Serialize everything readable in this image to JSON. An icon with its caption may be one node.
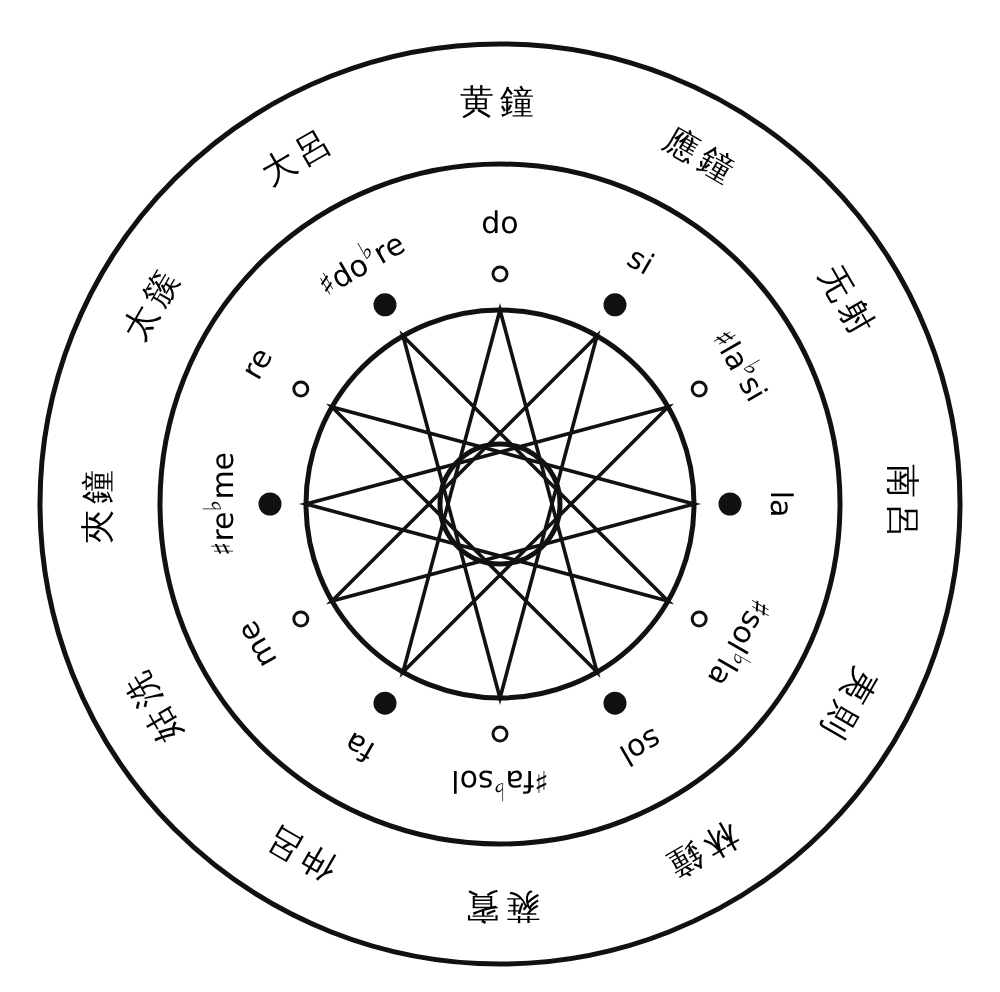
{
  "diagram": {
    "labels": [
      "黄鐘",
      "應鐘",
      "无射",
      "南呂",
      "夷則",
      "林鐘",
      "蕤賓",
      "仲呂",
      "姑洗",
      "夾鐘",
      "太簇",
      "大呂",
      "do",
      "si",
      "♯la$^{♭}$si",
      "la",
      "♯sol$^{♭}$la",
      "sol",
      "♯fa$^{♭}$sol",
      "fa",
      "me",
      "♯re$^{♭}$me",
      "re",
      "♯do$^{♭}$re"
    ]
  }
}
